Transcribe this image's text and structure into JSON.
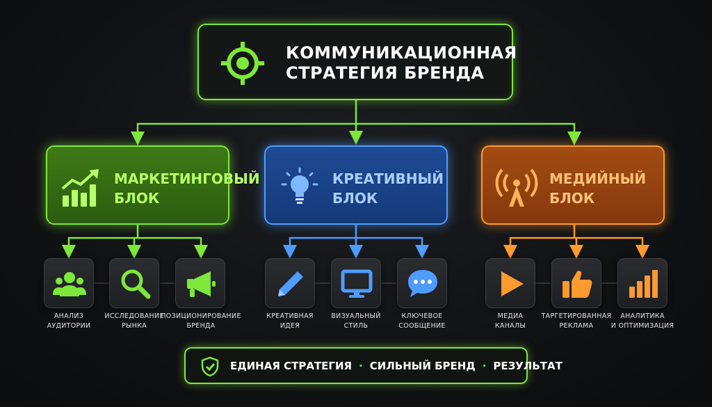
{
  "root": {
    "title_line1": "КОММУНИКАЦИОННАЯ",
    "title_line2": "СТРАТЕГИЯ БРЕНДА",
    "icon": "target-icon"
  },
  "blocks": [
    {
      "title_line1": "МАРКЕТИНГОВЫЙ",
      "title_line2": "БЛОК",
      "icon": "growth-chart-icon",
      "color": "#7ee83a",
      "items": [
        {
          "label_line1": "АНАЛИЗ",
          "label_line2": "АУДИТОРИИ",
          "icon": "users-icon"
        },
        {
          "label_line1": "ИССЛЕДОВАНИЕ",
          "label_line2": "РЫНКА",
          "icon": "search-icon"
        },
        {
          "label_line1": "ПОЗИЦИОНИРОВАНИЕ",
          "label_line2": "БРЕНДА",
          "icon": "megaphone-icon"
        }
      ]
    },
    {
      "title_line1": "КРЕАТИВНЫЙ",
      "title_line2": "БЛОК",
      "icon": "lightbulb-icon",
      "color": "#4f9cff",
      "items": [
        {
          "label_line1": "КРЕАТИВНАЯ",
          "label_line2": "ИДЕЯ",
          "icon": "pen-icon"
        },
        {
          "label_line1": "ВИЗУАЛЬНЫЙ",
          "label_line2": "СТИЛЬ",
          "icon": "monitor-icon"
        },
        {
          "label_line1": "КЛЮЧЕВОЕ",
          "label_line2": "СООБЩЕНИЕ",
          "icon": "chat-bubble-icon"
        }
      ]
    },
    {
      "title_line1": "МЕДИЙНЫЙ",
      "title_line2": "БЛОК",
      "icon": "broadcast-tower-icon",
      "color": "#ff9a2e",
      "items": [
        {
          "label_line1": "МЕДИА",
          "label_line2": "КАНАЛЫ",
          "icon": "play-icon"
        },
        {
          "label_line1": "ТАРГЕТИРОВАННАЯ",
          "label_line2": "РЕКЛАМА",
          "icon": "thumbs-up-icon"
        },
        {
          "label_line1": "АНАЛИТИКА",
          "label_line2": "И ОПТИМИЗАЦИЯ",
          "icon": "bar-chart-icon"
        }
      ]
    }
  ],
  "footer": {
    "icon": "shield-check-icon",
    "part1": "ЕДИНАЯ СТРАТЕГИЯ",
    "separator": "·",
    "part2": "СИЛЬНЫЙ БРЕНД",
    "part3": "РЕЗУЛЬТАТ"
  },
  "colors": {
    "green": "#7ee83a",
    "blue": "#4f9cff",
    "orange": "#ff9a2e",
    "background": "#111214"
  }
}
